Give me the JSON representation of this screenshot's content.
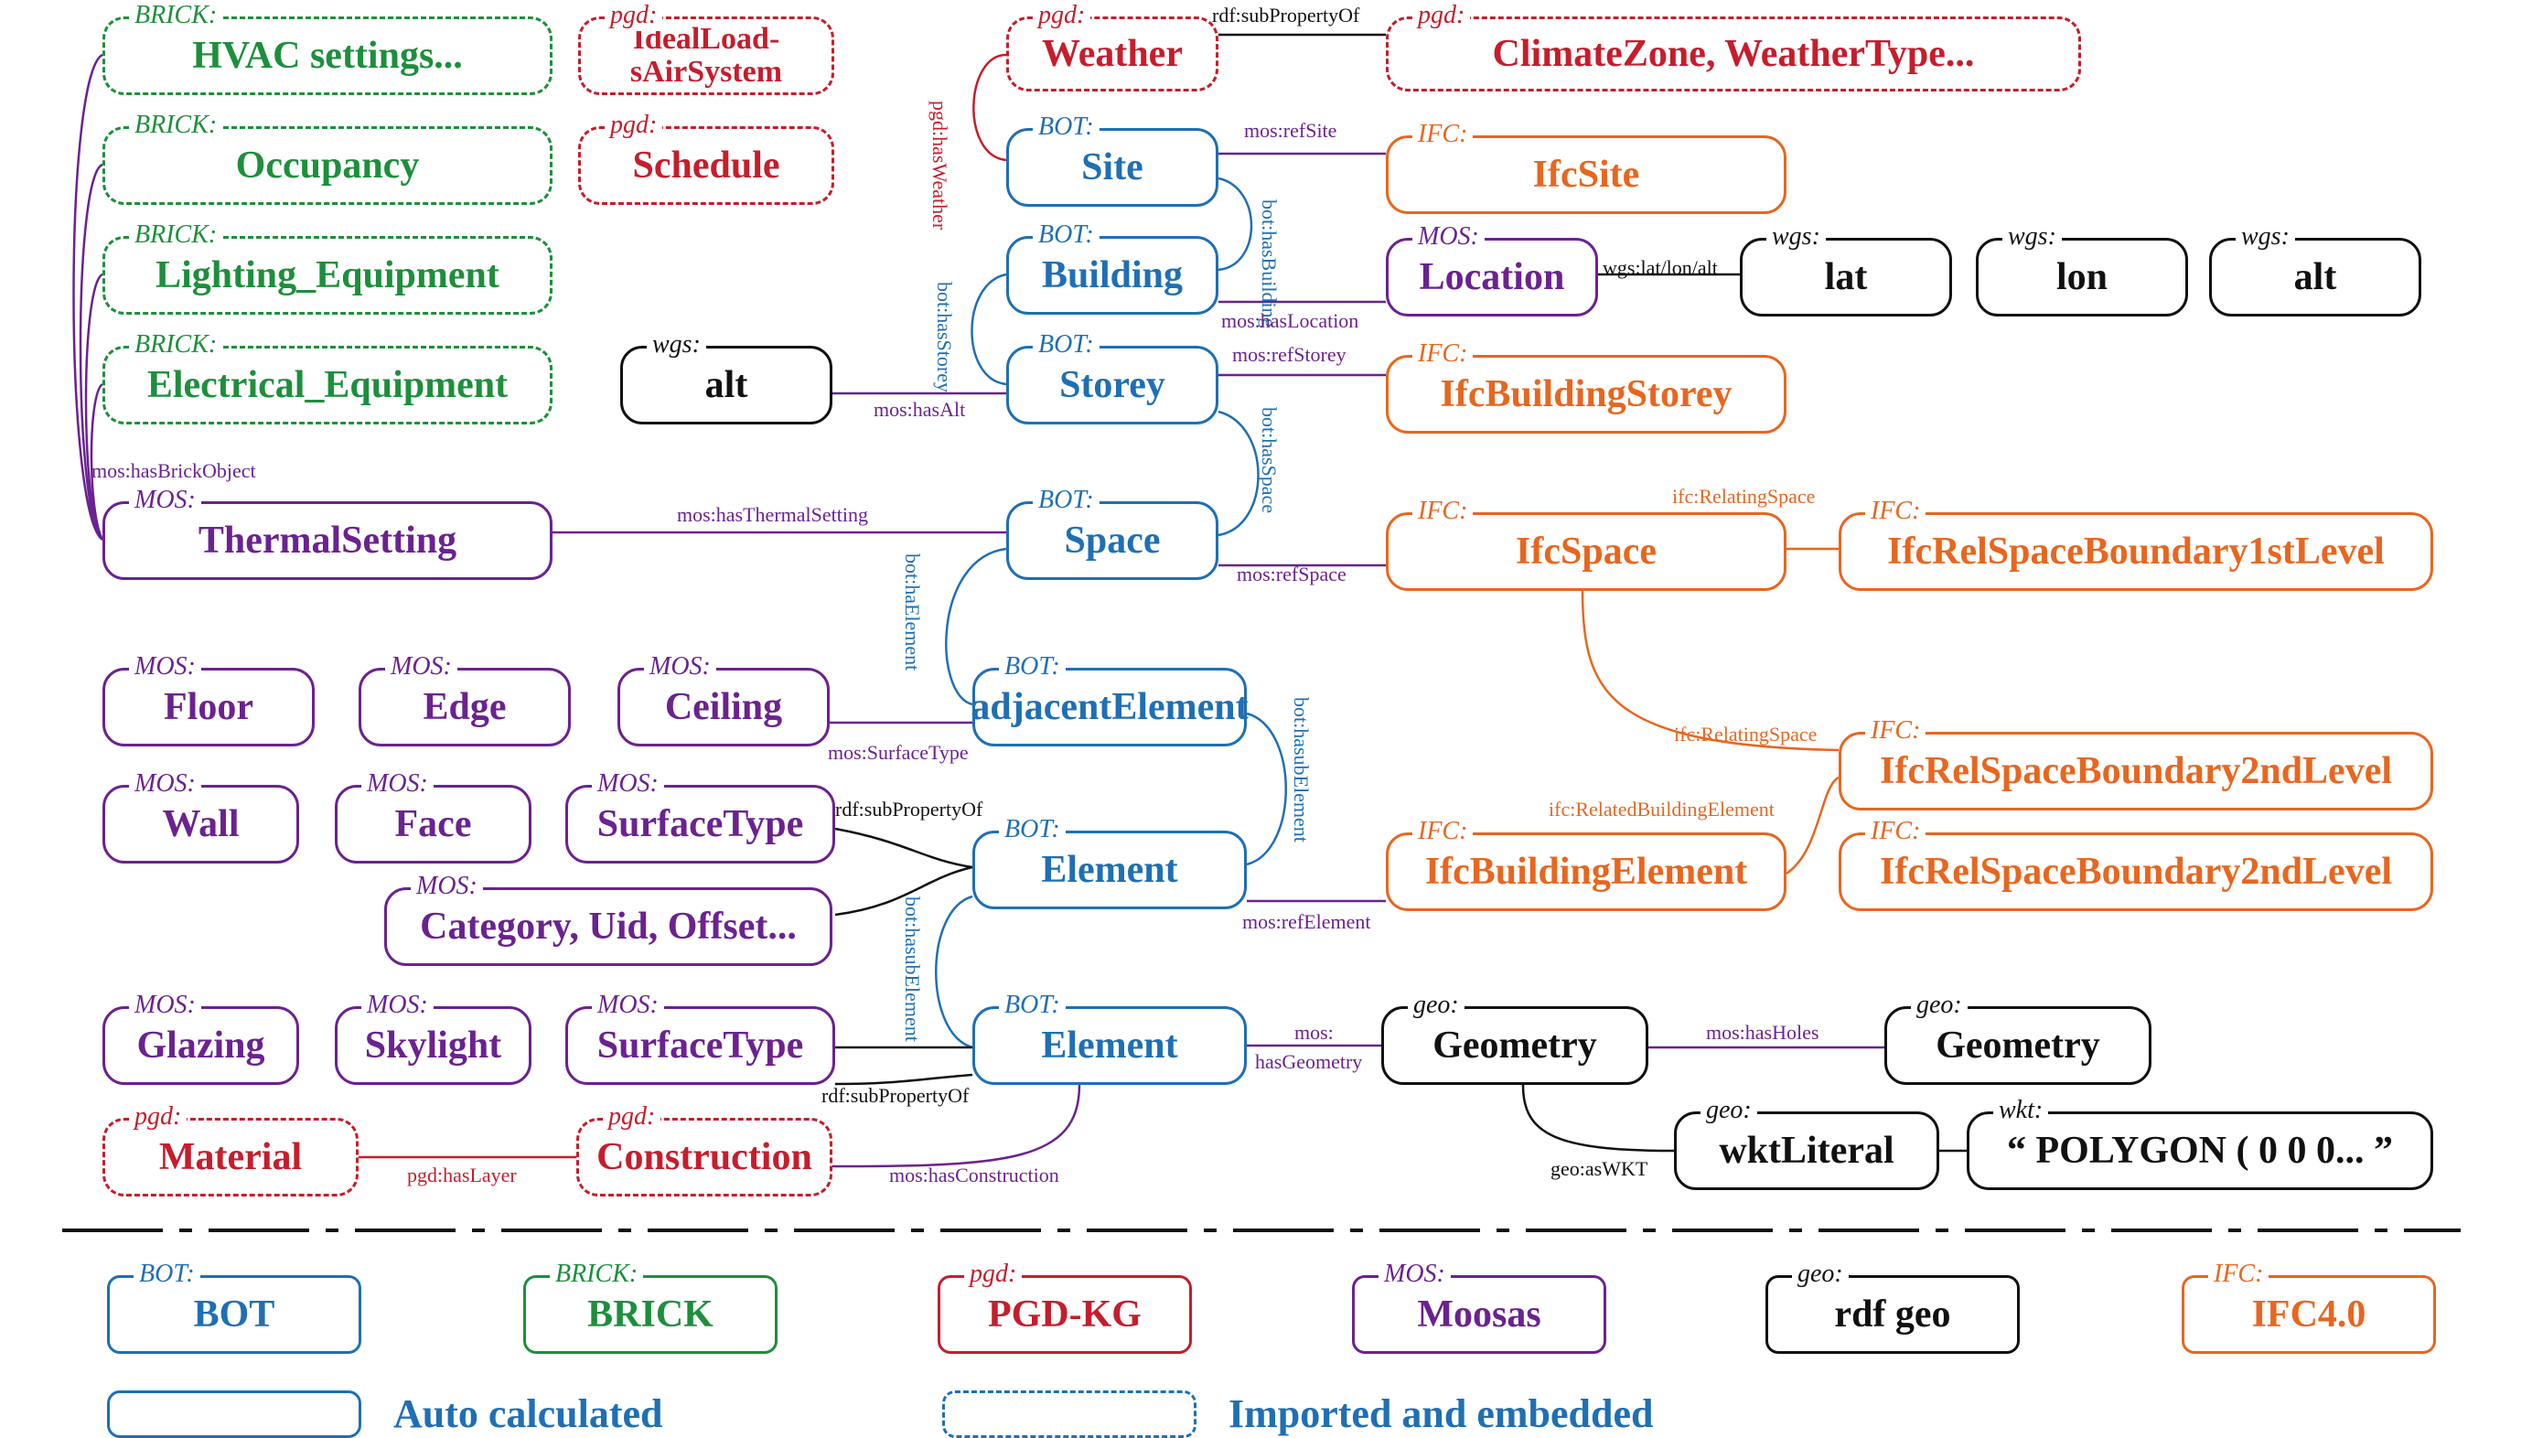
{
  "colors": {
    "BOT": "#1f6fb5",
    "BRICK": "#1d8f3c",
    "pgd": "#c61d2c",
    "MOS": "#6b2290",
    "geo": "#111111",
    "IFC": "#e8661f"
  },
  "nodes": [
    {
      "id": "hvac",
      "ns": "BRICK:",
      "label": "HVAC settings...",
      "color": "BRICK",
      "style": "dashed"
    },
    {
      "id": "idealload",
      "ns": "pgd:",
      "label": "IdealLoad-sAirSystem",
      "color": "pgd",
      "style": "dashed"
    },
    {
      "id": "weather",
      "ns": "pgd:",
      "label": "Weather",
      "color": "pgd",
      "style": "dashed"
    },
    {
      "id": "climate",
      "ns": "pgd:",
      "label": "ClimateZone, WeatherType...",
      "color": "pgd",
      "style": "dashed"
    },
    {
      "id": "occupancy",
      "ns": "BRICK:",
      "label": "Occupancy",
      "color": "BRICK",
      "style": "dashed"
    },
    {
      "id": "schedule",
      "ns": "pgd:",
      "label": "Schedule",
      "color": "pgd",
      "style": "dashed"
    },
    {
      "id": "site",
      "ns": "BOT:",
      "label": "Site",
      "color": "BOT",
      "style": "solid"
    },
    {
      "id": "ifcsite",
      "ns": "IFC:",
      "label": "IfcSite",
      "color": "IFC",
      "style": "solid"
    },
    {
      "id": "lighting",
      "ns": "BRICK:",
      "label": "Lighting_Equipment",
      "color": "BRICK",
      "style": "dashed"
    },
    {
      "id": "building",
      "ns": "BOT:",
      "label": "Building",
      "color": "BOT",
      "style": "solid"
    },
    {
      "id": "location",
      "ns": "MOS:",
      "label": "Location",
      "color": "MOS",
      "style": "solid"
    },
    {
      "id": "lat",
      "ns": "wgs:",
      "label": "lat",
      "color": "geo",
      "style": "solid"
    },
    {
      "id": "lon",
      "ns": "wgs:",
      "label": "lon",
      "color": "geo",
      "style": "solid"
    },
    {
      "id": "alt2",
      "ns": "wgs:",
      "label": "alt",
      "color": "geo",
      "style": "solid"
    },
    {
      "id": "electrical",
      "ns": "BRICK:",
      "label": "Electrical_Equipment",
      "color": "BRICK",
      "style": "dashed"
    },
    {
      "id": "alt1",
      "ns": "wgs:",
      "label": "alt",
      "color": "geo",
      "style": "solid"
    },
    {
      "id": "storey",
      "ns": "BOT:",
      "label": "Storey",
      "color": "BOT",
      "style": "solid"
    },
    {
      "id": "ifcstorey",
      "ns": "IFC:",
      "label": "IfcBuildingStorey",
      "color": "IFC",
      "style": "solid"
    },
    {
      "id": "thermal",
      "ns": "MOS:",
      "label": "ThermalSetting",
      "color": "MOS",
      "style": "solid"
    },
    {
      "id": "space",
      "ns": "BOT:",
      "label": "Space",
      "color": "BOT",
      "style": "solid"
    },
    {
      "id": "ifcspace",
      "ns": "IFC:",
      "label": "IfcSpace",
      "color": "IFC",
      "style": "solid"
    },
    {
      "id": "rel1",
      "ns": "IFC:",
      "label": "IfcRelSpaceBoundary1stLevel",
      "color": "IFC",
      "style": "solid"
    },
    {
      "id": "floor",
      "ns": "MOS:",
      "label": "Floor",
      "color": "MOS",
      "style": "solid"
    },
    {
      "id": "edge",
      "ns": "MOS:",
      "label": "Edge",
      "color": "MOS",
      "style": "solid"
    },
    {
      "id": "ceiling",
      "ns": "MOS:",
      "label": "Ceiling",
      "color": "MOS",
      "style": "solid"
    },
    {
      "id": "adjacent",
      "ns": "BOT:",
      "label": "adjacentElement",
      "color": "BOT",
      "style": "solid"
    },
    {
      "id": "wall",
      "ns": "MOS:",
      "label": "Wall",
      "color": "MOS",
      "style": "solid"
    },
    {
      "id": "face",
      "ns": "MOS:",
      "label": "Face",
      "color": "MOS",
      "style": "solid"
    },
    {
      "id": "surface1",
      "ns": "MOS:",
      "label": "SurfaceType",
      "color": "MOS",
      "style": "solid"
    },
    {
      "id": "element1",
      "ns": "BOT:",
      "label": "Element",
      "color": "BOT",
      "style": "solid"
    },
    {
      "id": "ifcbe",
      "ns": "IFC:",
      "label": "IfcBuildingElement",
      "color": "IFC",
      "style": "solid"
    },
    {
      "id": "rel2a",
      "ns": "IFC:",
      "label": "IfcRelSpaceBoundary2ndLevel",
      "color": "IFC",
      "style": "solid"
    },
    {
      "id": "rel2b",
      "ns": "IFC:",
      "label": "IfcRelSpaceBoundary2ndLevel",
      "color": "IFC",
      "style": "solid"
    },
    {
      "id": "category",
      "ns": "MOS:",
      "label": "Category, Uid, Offset...",
      "color": "MOS",
      "style": "solid"
    },
    {
      "id": "glazing",
      "ns": "MOS:",
      "label": "Glazing",
      "color": "MOS",
      "style": "solid"
    },
    {
      "id": "skylight",
      "ns": "MOS:",
      "label": "Skylight",
      "color": "MOS",
      "style": "solid"
    },
    {
      "id": "surface2",
      "ns": "MOS:",
      "label": "SurfaceType",
      "color": "MOS",
      "style": "solid"
    },
    {
      "id": "element2",
      "ns": "BOT:",
      "label": "Element",
      "color": "BOT",
      "style": "solid"
    },
    {
      "id": "geometry1",
      "ns": "geo:",
      "label": "Geometry",
      "color": "geo",
      "style": "solid"
    },
    {
      "id": "geometry2",
      "ns": "geo:",
      "label": "Geometry",
      "color": "geo",
      "style": "solid"
    },
    {
      "id": "material",
      "ns": "pgd:",
      "label": "Material",
      "color": "pgd",
      "style": "dashed"
    },
    {
      "id": "construction",
      "ns": "pgd:",
      "label": "Construction",
      "color": "pgd",
      "style": "dashed"
    },
    {
      "id": "wkt",
      "ns": "geo:",
      "label": "wktLiteral",
      "color": "geo",
      "style": "solid"
    },
    {
      "id": "polygon",
      "ns": "wkt:",
      "label": "“ POLYGON ( 0 0 0... ”",
      "color": "geo",
      "style": "solid"
    }
  ],
  "edges": [
    {
      "id": "e-weather-climate",
      "label": "rdf:subPropertyOf",
      "color": "geo"
    },
    {
      "id": "e-site-weather",
      "label": "pgd:hasWeather",
      "color": "pgd"
    },
    {
      "id": "e-site-ifcsite",
      "label": "mos:refSite",
      "color": "MOS"
    },
    {
      "id": "e-site-building",
      "label": "bot:hasBuilding",
      "color": "BOT"
    },
    {
      "id": "e-building-location",
      "label": "mos:hasLocation",
      "color": "MOS"
    },
    {
      "id": "e-location-lat",
      "label": "wgs:lat/lon/alt",
      "color": "geo"
    },
    {
      "id": "e-building-storey",
      "label": "bot:hasStorey",
      "color": "BOT"
    },
    {
      "id": "e-storey-alt",
      "label": "mos:hasAlt",
      "color": "MOS"
    },
    {
      "id": "e-storey-ifc",
      "label": "mos:refStorey",
      "color": "MOS"
    },
    {
      "id": "e-storey-space",
      "label": "bot:hasSpace",
      "color": "BOT"
    },
    {
      "id": "e-brick",
      "label": "mos:hasBrickObject",
      "color": "MOS"
    },
    {
      "id": "e-thermal-space",
      "label": "mos:hasThermalSetting",
      "color": "MOS"
    },
    {
      "id": "e-space-ifc",
      "label": "mos:refSpace",
      "color": "MOS"
    },
    {
      "id": "e-ifcspace-rel1",
      "label": "ifc:RelatingSpace",
      "color": "IFC"
    },
    {
      "id": "e-space-adjacent",
      "label": "bot:haElement",
      "color": "BOT"
    },
    {
      "id": "e-ceiling-adjacent",
      "label": "mos:SurfaceType",
      "color": "MOS"
    },
    {
      "id": "e-adjacent-element",
      "label": "bot:hasubElement",
      "color": "BOT"
    },
    {
      "id": "e-ifcspace-rel2",
      "label": "ifc:RelatingSpace",
      "color": "IFC"
    },
    {
      "id": "e-ifcbe-rel2",
      "label": "ifc:RelatedBuildingElement",
      "color": "IFC"
    },
    {
      "id": "e-surface-element",
      "label": "rdf:subPropertyOf",
      "color": "geo"
    },
    {
      "id": "e-element-ifc",
      "label": "mos:refElement",
      "color": "MOS"
    },
    {
      "id": "e-element-sub",
      "label": "bot:hasubElement",
      "color": "BOT"
    },
    {
      "id": "e-surface2-element",
      "label": "rdf:subPropertyOf",
      "color": "geo"
    },
    {
      "id": "e-element-geo-1",
      "label": "mos:",
      "color": "MOS"
    },
    {
      "id": "e-element-geo-2",
      "label": "hasGeometry",
      "color": "MOS"
    },
    {
      "id": "e-geo-holes",
      "label": "mos:hasHoles",
      "color": "MOS"
    },
    {
      "id": "e-geo-wkt",
      "label": "geo:asWKT",
      "color": "geo"
    },
    {
      "id": "e-material",
      "label": "pgd:hasLayer",
      "color": "pgd"
    },
    {
      "id": "e-construction",
      "label": "mos:hasConstruction",
      "color": "MOS"
    }
  ],
  "legend": [
    {
      "id": "leg-bot",
      "ns": "BOT:",
      "label": "BOT",
      "color": "BOT"
    },
    {
      "id": "leg-brick",
      "ns": "BRICK:",
      "label": "BRICK",
      "color": "BRICK"
    },
    {
      "id": "leg-pgd",
      "ns": "pgd:",
      "label": "PGD-KG",
      "color": "pgd"
    },
    {
      "id": "leg-mos",
      "ns": "MOS:",
      "label": "Moosas",
      "color": "MOS"
    },
    {
      "id": "leg-geo",
      "ns": "geo:",
      "label": "rdf geo",
      "color": "geo"
    },
    {
      "id": "leg-ifc",
      "ns": "IFC:",
      "label": "IFC4.0",
      "color": "IFC"
    }
  ],
  "legend_styles": {
    "auto": "Auto calculated",
    "imported": "Imported and embedded"
  }
}
